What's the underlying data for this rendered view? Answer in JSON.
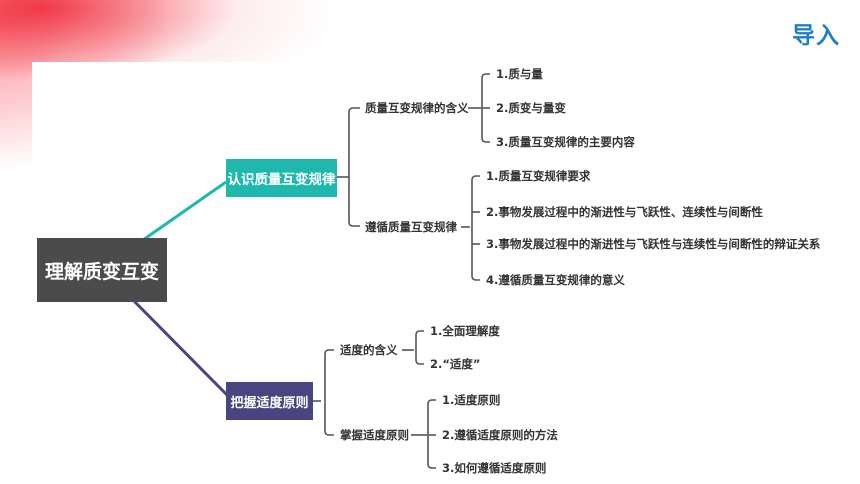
{
  "header": {
    "title": "导入"
  },
  "mindmap": {
    "root": "理解质变互变",
    "branch1": {
      "label": "认识质量互变规律",
      "sub1": {
        "label": "质量互变规律的含义",
        "leaves": [
          "1.质与量",
          "2.质变与量变",
          "3.质量互变规律的主要内容"
        ]
      },
      "sub2": {
        "label": "遵循质量互变规律",
        "leaves": [
          "1.质量互变规律要求",
          "2.事物发展过程中的渐进性与飞跃性、连续性与间断性",
          "3.事物发展过程中的渐进性与飞跃性与连续性与间断性的辩证关系",
          "4.遵循质量互变规律的意义"
        ]
      }
    },
    "branch2": {
      "label": "把握适度原则",
      "sub1": {
        "label": "适度的含义",
        "leaves": [
          "1.全面理解度",
          "2.“适度”"
        ]
      },
      "sub2": {
        "label": "掌握适度原则",
        "leaves": [
          "1.适度原则",
          "2.遵循适度原则的方法",
          "3.如何遵循适度原则"
        ]
      }
    }
  },
  "colors": {
    "root": "#4b4b4b",
    "branch1": "#1fb8ad",
    "branch2": "#4a4480",
    "lines": "#555555",
    "header": "#1f7fc2"
  }
}
